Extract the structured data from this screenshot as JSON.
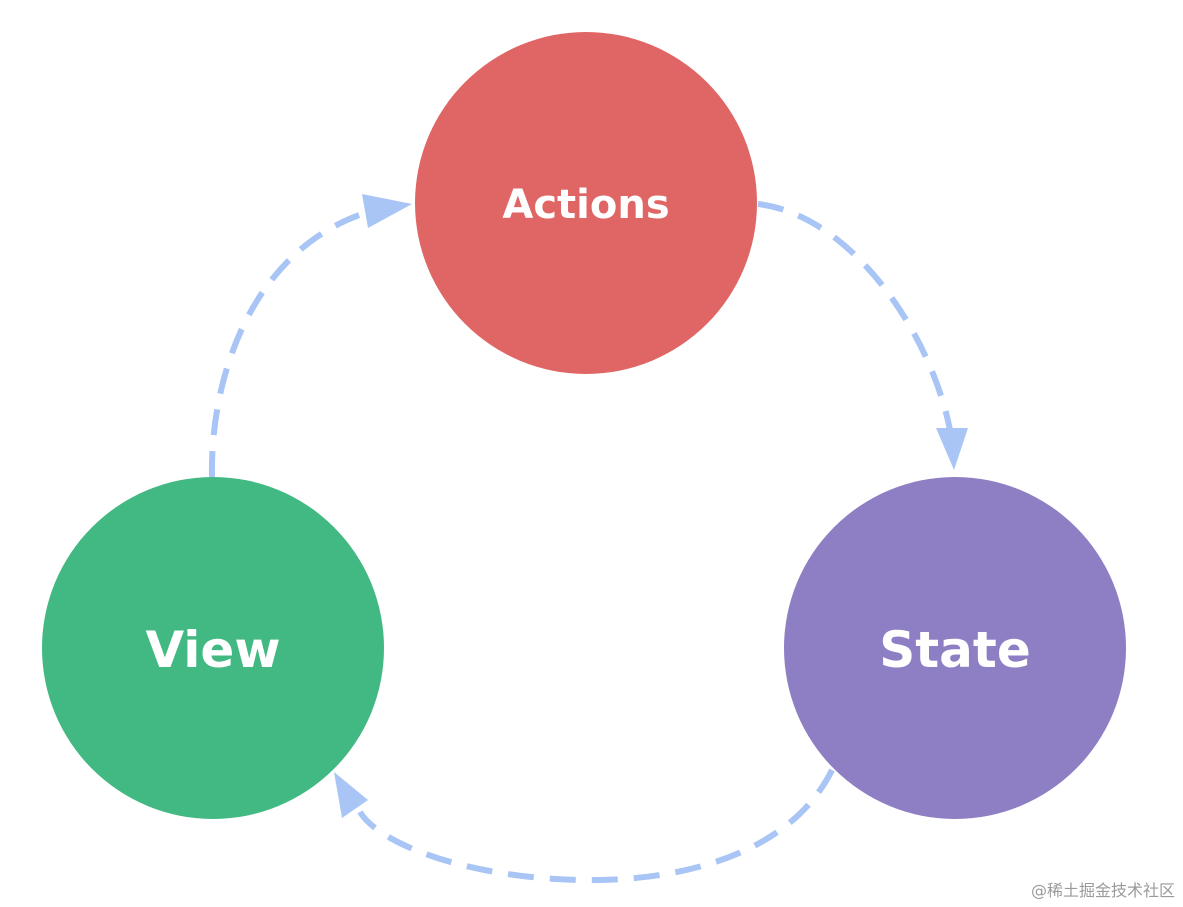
{
  "nodes": [
    {
      "id": "actions",
      "label": "Actions",
      "color": "#e06666"
    },
    {
      "id": "state",
      "label": "State",
      "color": "#8e7fc4"
    },
    {
      "id": "view",
      "label": "View",
      "color": "#42b983"
    }
  ],
  "edges": [
    {
      "from": "actions",
      "to": "state"
    },
    {
      "from": "state",
      "to": "view"
    },
    {
      "from": "view",
      "to": "actions"
    }
  ],
  "arrow_color": "#a8c5f5",
  "watermark": "@稀土掘金技术社区"
}
